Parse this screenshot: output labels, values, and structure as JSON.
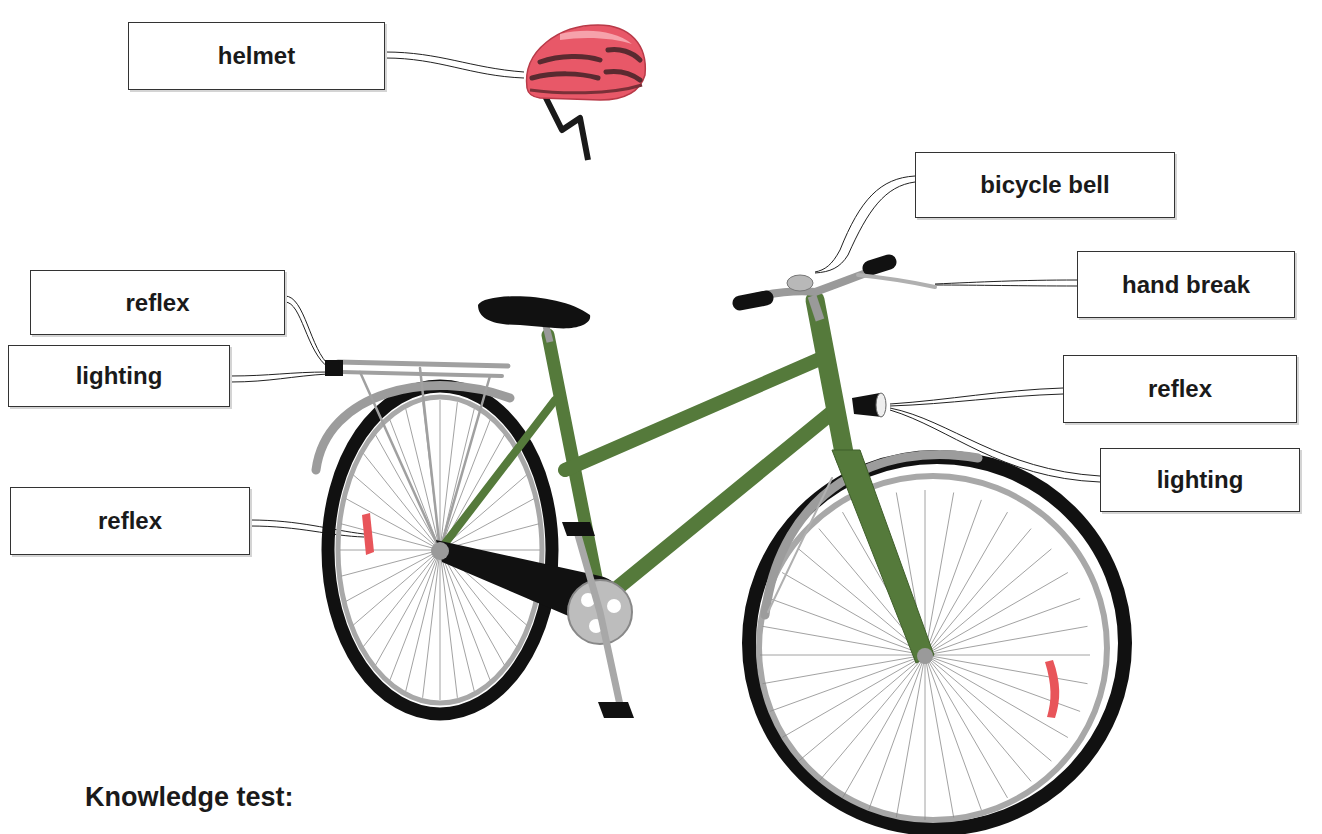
{
  "diagram": {
    "title": "Knowledge test:",
    "nodes": [
      {
        "text": [
          "helmet"
        ]
      },
      {
        "text": [
          "bicycle bell"
        ]
      },
      {
        "text": [
          "hand break"
        ]
      },
      {
        "text": [
          "reflex"
        ]
      },
      {
        "text": [
          "lighting"
        ]
      },
      {
        "text": [
          "reflex"
        ]
      },
      {
        "text": [
          "lighting"
        ]
      },
      {
        "text": [
          "reflex"
        ]
      }
    ]
  }
}
